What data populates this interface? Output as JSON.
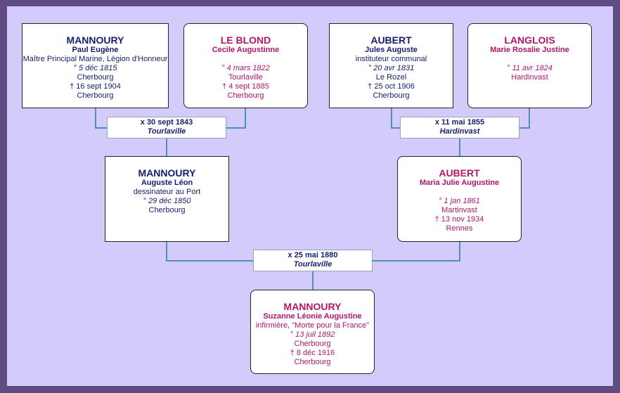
{
  "colors": {
    "frame": "#5f4c84",
    "background": "#d3ccfa",
    "male_text": "#151d6e",
    "female_text": "#b0166a",
    "connector": "#1e7f9a"
  },
  "persons": {
    "p1": {
      "surname": "MANNOURY",
      "given": "Paul Eugène",
      "occupation": "Maître Principal Marine, Légion d'Honneur",
      "birth_date": "° 5 déc 1815",
      "birth_place": "Cherbourg",
      "death_date": "† 16 sept 1904",
      "death_place": "Cherbourg"
    },
    "p2": {
      "surname": "LE BLOND",
      "given": "Cecile Augustinne",
      "birth_date": "° 4 mars 1822",
      "birth_place": "Tourlaville",
      "death_date": "† 4 sept 1885",
      "death_place": "Cherbourg"
    },
    "p3": {
      "surname": "AUBERT",
      "given": "Jules Auguste",
      "occupation": "instituteur communal",
      "birth_date": "° 20 avr 1831",
      "birth_place": "Le Rozel",
      "death_date": "† 25 oct 1906",
      "death_place": "Cherbourg"
    },
    "p4": {
      "surname": "LANGLOIS",
      "given": "Marie Rosalie Justine",
      "birth_date": "° 11 avr 1824",
      "birth_place": "Hardinvast"
    },
    "p5": {
      "surname": "MANNOURY",
      "given": "Auguste Léon",
      "occupation": "dessinateur au Port",
      "birth_date": "° 29 déc 1850",
      "birth_place": "Cherbourg"
    },
    "p6": {
      "surname": "AUBERT",
      "given": "Maria Julie Augustine",
      "birth_date": "° 1 jan 1861",
      "birth_place": "Martinvast",
      "death_date": "† 13 nov 1934",
      "death_place": "Rennes"
    },
    "p7": {
      "surname": "MANNOURY",
      "given": "Suzanne Léonie Augustine",
      "occupation": "infirmière, \"Morte pour la France\"",
      "birth_date": "° 13 juil 1892",
      "birth_place": "Cherbourg",
      "death_date": "† 8 déc 1916",
      "death_place": "Cherbourg"
    }
  },
  "marriages": {
    "m1": {
      "date": "x 30 sept 1843",
      "place": "Tourlaville"
    },
    "m2": {
      "date": "x 11 mai 1855",
      "place": "Hardinvast"
    },
    "m3": {
      "date": "x 25 mai 1880",
      "place": "Tourlaville"
    }
  }
}
